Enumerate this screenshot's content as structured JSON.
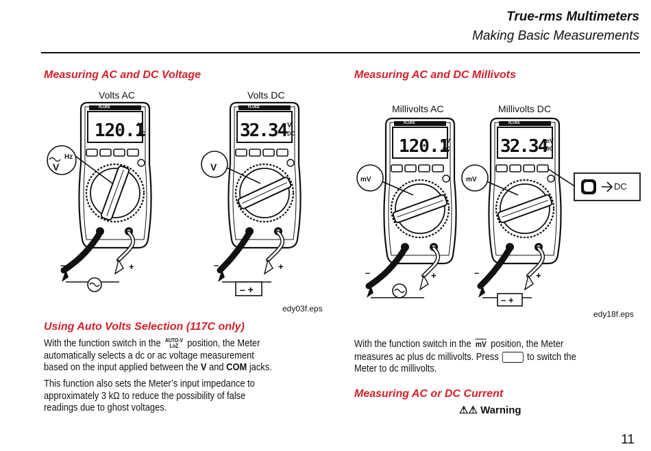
{
  "header": {
    "title": "True-rms Multimeters",
    "subtitle": "Making Basic Measurements"
  },
  "left": {
    "heading": "Measuring AC and DC Voltage",
    "caption_ac": "Volts AC",
    "caption_dc": "Volts DC",
    "figure_ref": "edy03f.eps",
    "reading_ac": "120.1",
    "unit_ac_top": "V",
    "unit_ac_bottom": "AC",
    "reading_dc": "32.34",
    "unit_dc_top": "V",
    "unit_dc_bottom": "DC",
    "brand": "FLUKE",
    "dial_label_ac_hz": "Hz",
    "dial_label_ac_v": "V",
    "dial_label_dc_v": "V"
  },
  "right": {
    "heading": "Measuring AC and DC Millivots",
    "caption_ac": "Millivolts AC",
    "caption_dc": "Millivolts DC",
    "figure_ref": "edy18f.eps",
    "reading_ac": "120.1",
    "unit_ac_top": "mV",
    "unit_ac_bottom": "AC",
    "reading_dc": "32.34",
    "unit_dc_top": "mV",
    "unit_dc_bottom": "DC",
    "dial_label_mv": "mV",
    "callout_dc": "DC"
  },
  "auto_volts": {
    "heading": "Using Auto Volts Selection (117C  only)",
    "p1_a": "With the function switch in the",
    "sym_top": "AUTO-V",
    "sym_bottom": "LoZ",
    "p1_b": "position, the Meter",
    "p1_line2": "automatically selects a dc or ac voltage measurement",
    "p1_line3_a": "based on the input applied between the",
    "p1_line3_v": "V",
    "p1_line3_and": "and",
    "p1_line3_com": "COM",
    "p1_line3_b": "jacks.",
    "p2_line1": "This function also sets the Meter’s input impedance to",
    "p2_line2": "approximately 3 kΩ to reduce the possibility of false",
    "p2_line3": "readings due to ghost voltages."
  },
  "millivolts_text": {
    "line1_a": "With the function switch in the",
    "line1_sym": "mV",
    "line1_b": "position, the Meter",
    "line2_a": "measures ac plus dc millivolts. Press",
    "line2_b": "to switch the",
    "line3": "Meter to dc millivolts."
  },
  "current": {
    "heading": "Measuring AC or DC Current",
    "warning": "Warning"
  },
  "page_number": "11"
}
